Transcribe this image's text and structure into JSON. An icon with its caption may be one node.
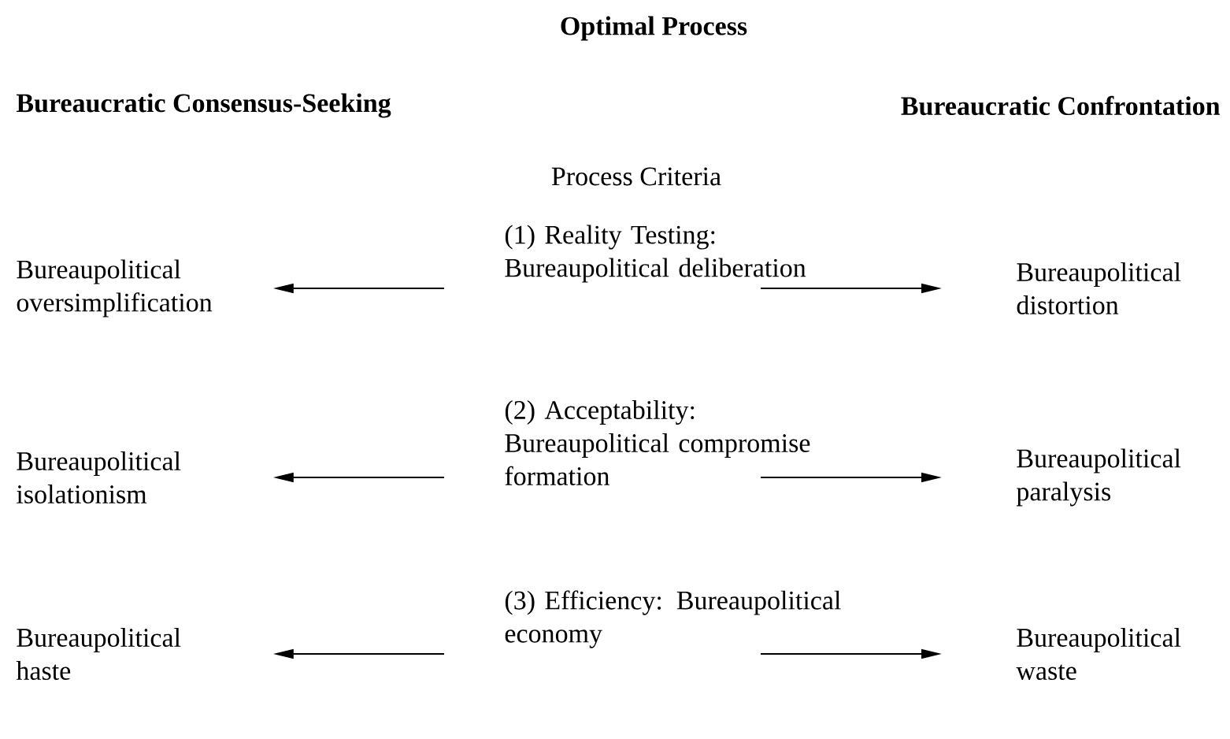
{
  "diagram": {
    "title": "Optimal Process",
    "nodes": [
      {
        "text": [
          "Bureaupolitical oversimplification"
        ]
      },
      {
        "text": [
          "(1) Reality Testing: Bureaupolitical deliberation"
        ]
      },
      {
        "text": [
          "Bureaupolitical distortion"
        ]
      },
      {
        "text": [
          "Bureaupolitical isolationism"
        ]
      },
      {
        "text": [
          "(2) Acceptability: Bureaupolitical compromise formation"
        ]
      },
      {
        "text": [
          "Bureaupolitical paralysis"
        ]
      },
      {
        "text": [
          "Bureaupolitical haste"
        ]
      },
      {
        "text": [
          "(3) Efficiency: Bureaupolitical economy"
        ]
      },
      {
        "text": [
          "Bureaupolitical waste"
        ]
      }
    ],
    "edges": [
      {
        "from": 1,
        "to": 0,
        "arrow": "to"
      },
      {
        "from": 1,
        "to": 2,
        "arrow": "to"
      },
      {
        "from": 4,
        "to": 3,
        "arrow": "to"
      },
      {
        "from": 4,
        "to": 5,
        "arrow": "to"
      },
      {
        "from": 7,
        "to": 6,
        "arrow": "to"
      },
      {
        "from": 7,
        "to": 8,
        "arrow": "to"
      }
    ],
    "labels": [
      "Bureaucratic Consensus-Seeking",
      "Bureaucratic Confrontation",
      "Process Criteria"
    ]
  }
}
